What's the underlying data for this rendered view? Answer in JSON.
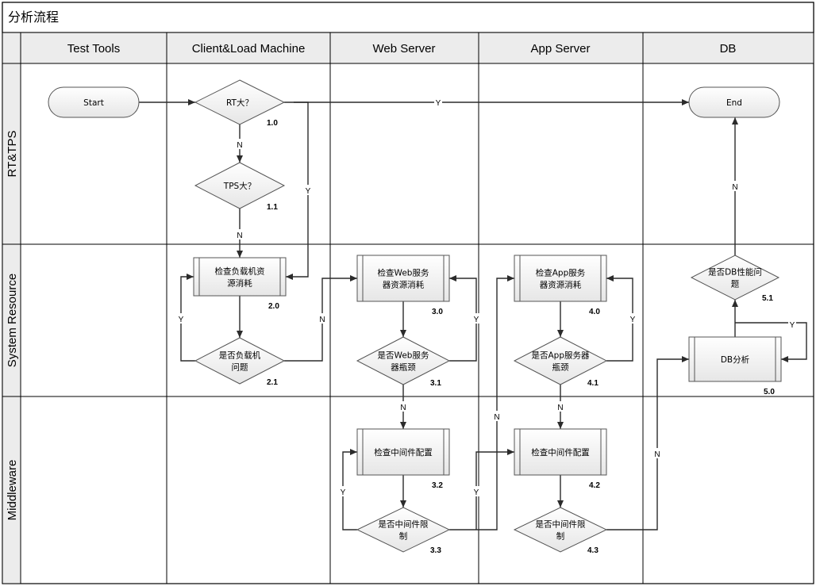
{
  "title": "分析流程",
  "columns": [
    {
      "id": "col-test-tools",
      "label": "Test Tools"
    },
    {
      "id": "col-client",
      "label": "Client&Load Machine"
    },
    {
      "id": "col-web",
      "label": "Web Server"
    },
    {
      "id": "col-app",
      "label": "App Server"
    },
    {
      "id": "col-db",
      "label": "DB"
    }
  ],
  "lanes": [
    {
      "id": "lane-rt-tps",
      "label": "RT&TPS"
    },
    {
      "id": "lane-system-resource",
      "label": "System Resource"
    },
    {
      "id": "lane-middleware",
      "label": "Middleware"
    }
  ],
  "nodes": [
    {
      "id": "start",
      "type": "terminator",
      "lines": [
        "Start"
      ],
      "number": ""
    },
    {
      "id": "end",
      "type": "terminator",
      "lines": [
        "End"
      ],
      "number": ""
    },
    {
      "id": "n1_0",
      "type": "decision",
      "lines": [
        "RT大？"
      ],
      "number": "1.0"
    },
    {
      "id": "n1_1",
      "type": "decision",
      "lines": [
        "TPS大？"
      ],
      "number": "1.1"
    },
    {
      "id": "n2_0",
      "type": "process",
      "lines": [
        "检查负载机资",
        "源消耗"
      ],
      "number": "2.0"
    },
    {
      "id": "n2_1",
      "type": "decision",
      "lines": [
        "是否负载机",
        "问题"
      ],
      "number": "2.1"
    },
    {
      "id": "n3_0",
      "type": "process",
      "lines": [
        "检查Web服务",
        "器资源消耗"
      ],
      "number": "3.0"
    },
    {
      "id": "n3_1",
      "type": "decision",
      "lines": [
        "是否Web服务",
        "器瓶颈"
      ],
      "number": "3.1"
    },
    {
      "id": "n3_2",
      "type": "process",
      "lines": [
        "检查中间件配置"
      ],
      "number": "3.2"
    },
    {
      "id": "n3_3",
      "type": "decision",
      "lines": [
        "是否中间件限",
        "制"
      ],
      "number": "3.3"
    },
    {
      "id": "n4_0",
      "type": "process",
      "lines": [
        "检查App服务",
        "器资源消耗"
      ],
      "number": "4.0"
    },
    {
      "id": "n4_1",
      "type": "decision",
      "lines": [
        "是否App服务器",
        "瓶颈"
      ],
      "number": "4.1"
    },
    {
      "id": "n4_2",
      "type": "process",
      "lines": [
        "检查中间件配置"
      ],
      "number": "4.2"
    },
    {
      "id": "n4_3",
      "type": "decision",
      "lines": [
        "是否中间件限",
        "制"
      ],
      "number": "4.3"
    },
    {
      "id": "n5_0",
      "type": "process",
      "lines": [
        "DB分析"
      ],
      "number": "5.0"
    },
    {
      "id": "n5_1",
      "type": "decision",
      "lines": [
        "是否DB性能问",
        "题"
      ],
      "number": "5.1"
    }
  ],
  "edges": [
    {
      "id": "e-start-1_0",
      "from": "start",
      "to": "n1_0",
      "label": ""
    },
    {
      "id": "e-1_0-end",
      "from": "n1_0",
      "to": "end",
      "label": "Y"
    },
    {
      "id": "e-1_0-1_1",
      "from": "n1_0",
      "to": "n1_1",
      "label": "N"
    },
    {
      "id": "e-1_1-2_0",
      "from": "n1_1",
      "to": "n2_0",
      "label": "N"
    },
    {
      "id": "e-1_1-2_0-y",
      "from": "n1_1",
      "to": "n2_0",
      "label": "Y"
    },
    {
      "id": "e-2_0-2_1",
      "from": "n2_0",
      "to": "n2_1",
      "label": ""
    },
    {
      "id": "e-2_1-2_0",
      "from": "n2_1",
      "to": "n2_0",
      "label": "Y"
    },
    {
      "id": "e-2_1-3_0",
      "from": "n2_1",
      "to": "n3_0",
      "label": "N"
    },
    {
      "id": "e-3_0-3_1",
      "from": "n3_0",
      "to": "n3_1",
      "label": ""
    },
    {
      "id": "e-3_1-3_0",
      "from": "n3_1",
      "to": "n3_0",
      "label": "Y"
    },
    {
      "id": "e-3_1-3_2",
      "from": "n3_1",
      "to": "n3_2",
      "label": "N"
    },
    {
      "id": "e-3_2-3_3",
      "from": "n3_2",
      "to": "n3_3",
      "label": ""
    },
    {
      "id": "e-3_3-3_2",
      "from": "n3_3",
      "to": "n3_2",
      "label": "Y"
    },
    {
      "id": "e-3_3-4_0",
      "from": "n3_3",
      "to": "n4_0",
      "label": "N"
    },
    {
      "id": "e-4_0-4_1",
      "from": "n4_0",
      "to": "n4_1",
      "label": ""
    },
    {
      "id": "e-4_1-4_0",
      "from": "n4_1",
      "to": "n4_0",
      "label": "Y"
    },
    {
      "id": "e-4_1-4_2",
      "from": "n4_1",
      "to": "n4_2",
      "label": "N"
    },
    {
      "id": "e-4_2-4_3",
      "from": "n4_2",
      "to": "n4_3",
      "label": ""
    },
    {
      "id": "e-4_3-4_2",
      "from": "n4_3",
      "to": "n4_2",
      "label": "Y"
    },
    {
      "id": "e-4_3-5_0",
      "from": "n4_3",
      "to": "n5_0",
      "label": "N"
    },
    {
      "id": "e-5_0-5_1",
      "from": "n5_0",
      "to": "n5_1",
      "label": ""
    },
    {
      "id": "e-5_1-5_0",
      "from": "n5_1",
      "to": "n5_0",
      "label": "Y"
    },
    {
      "id": "e-5_1-end",
      "from": "n5_1",
      "to": "end",
      "label": "N"
    }
  ]
}
